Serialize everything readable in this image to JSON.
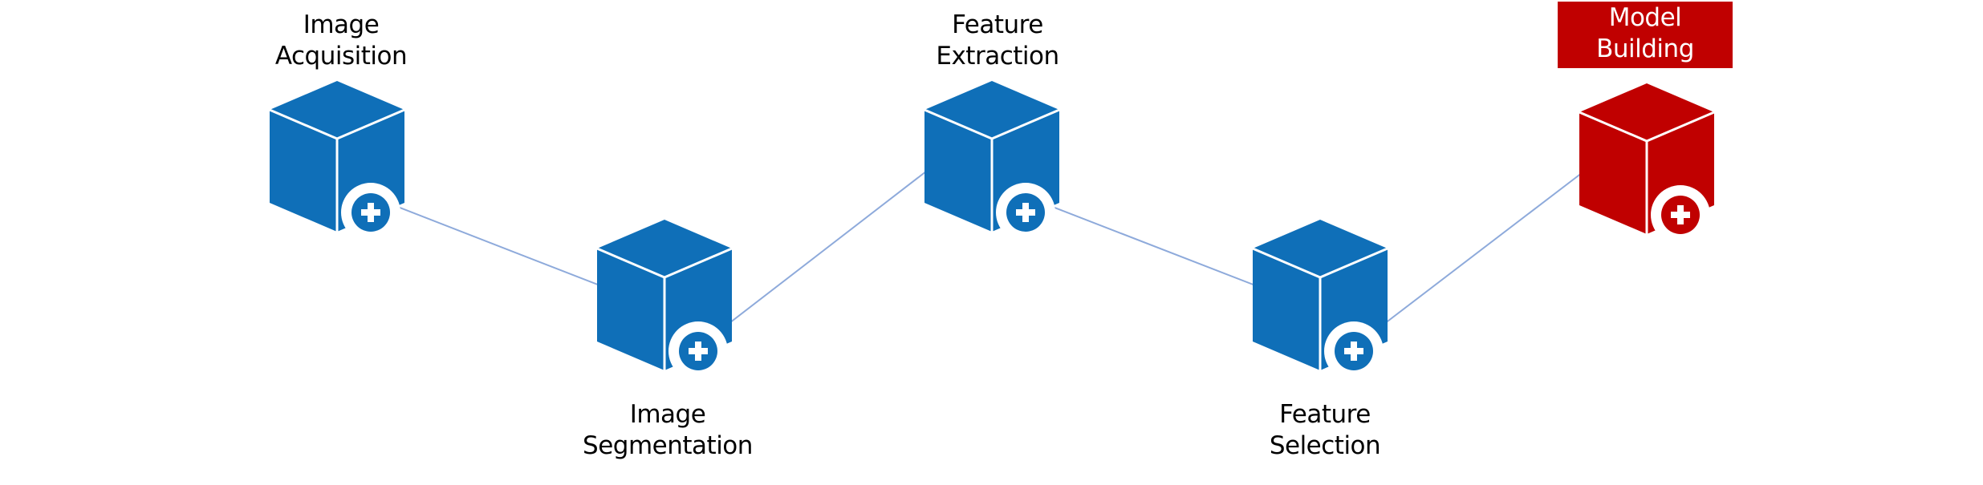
{
  "colors": {
    "cube": "#0f6fb8",
    "cube_highlight": "#c00000",
    "connector": "#8eaadb",
    "edge": "#ffffff",
    "label_highlight_bg": "#c00000"
  },
  "steps": [
    {
      "line1": "Image",
      "line2": "Acquisition",
      "highlighted": false
    },
    {
      "line1": "Image",
      "line2": "Segmentation",
      "highlighted": false
    },
    {
      "line1": "Feature",
      "line2": "Extraction",
      "highlighted": false
    },
    {
      "line1": "Feature",
      "line2": "Selection",
      "highlighted": false
    },
    {
      "line1": "Model",
      "line2": "Building",
      "highlighted": true
    }
  ],
  "icons": {
    "cube": "cube-icon",
    "add": "plus-circle-icon"
  }
}
